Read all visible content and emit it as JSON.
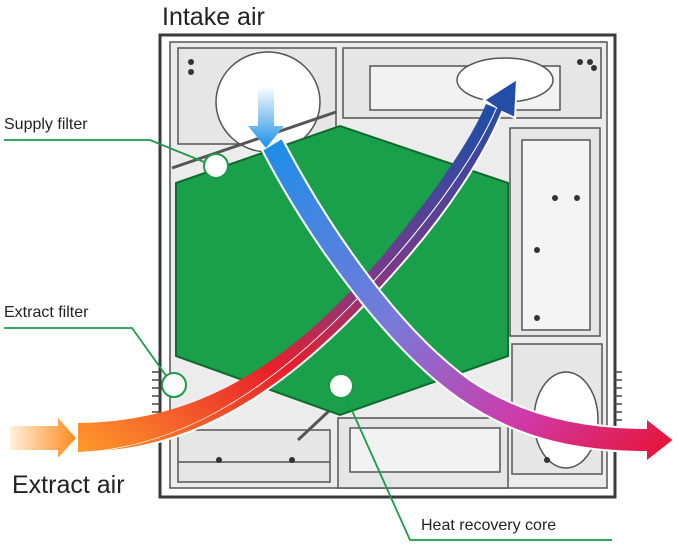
{
  "labels": {
    "intake_air": "Intake air",
    "supply_filter": "Supply filter",
    "extract_filter": "Extract filter",
    "extract_air": "Extract air",
    "heat_recovery_core": "Heat recovery core"
  },
  "colors": {
    "core": "#1aa04a",
    "leader_line": "#1b9a4a",
    "unit_outline": "#3a3a3a",
    "unit_fill": "#ececec",
    "warm_start": "#ffd9a8",
    "warm_mid": "#ff8a1e",
    "warm_hot": "#e8202a",
    "warm_end": "#1a4fa8",
    "cool_start": "#1a9be8",
    "cool_mid": "#8060c8",
    "cool_end": "#e8202a"
  }
}
